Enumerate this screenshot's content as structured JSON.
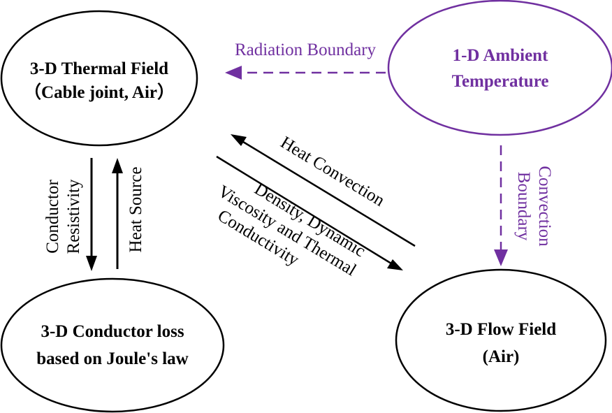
{
  "nodes": {
    "thermal": {
      "line1": "3-D Thermal Field",
      "line2": "（Cable joint, Air）"
    },
    "ambient": {
      "line1": "1-D Ambient",
      "line2": "Temperature"
    },
    "conductor": {
      "line1": "3-D Conductor loss",
      "line2": "based on Joule's law"
    },
    "flow": {
      "line1": "3-D Flow Field",
      "line2": "(Air)"
    }
  },
  "edges": {
    "radiation": "Radiation Boundary",
    "convection_boundary": {
      "line1": "Convection",
      "line2": "Boundary"
    },
    "conductor_resistivity": {
      "line1": "Conductor",
      "line2": "Resistivity"
    },
    "heat_source": "Heat Source",
    "heat_convection": "Heat Convection",
    "properties": {
      "line1": "Density, Dynamic",
      "line2": "Viscosity and Thermal",
      "line3": "Conductivity"
    }
  },
  "colors": {
    "black": "#000000",
    "purple": "#7030a0"
  }
}
